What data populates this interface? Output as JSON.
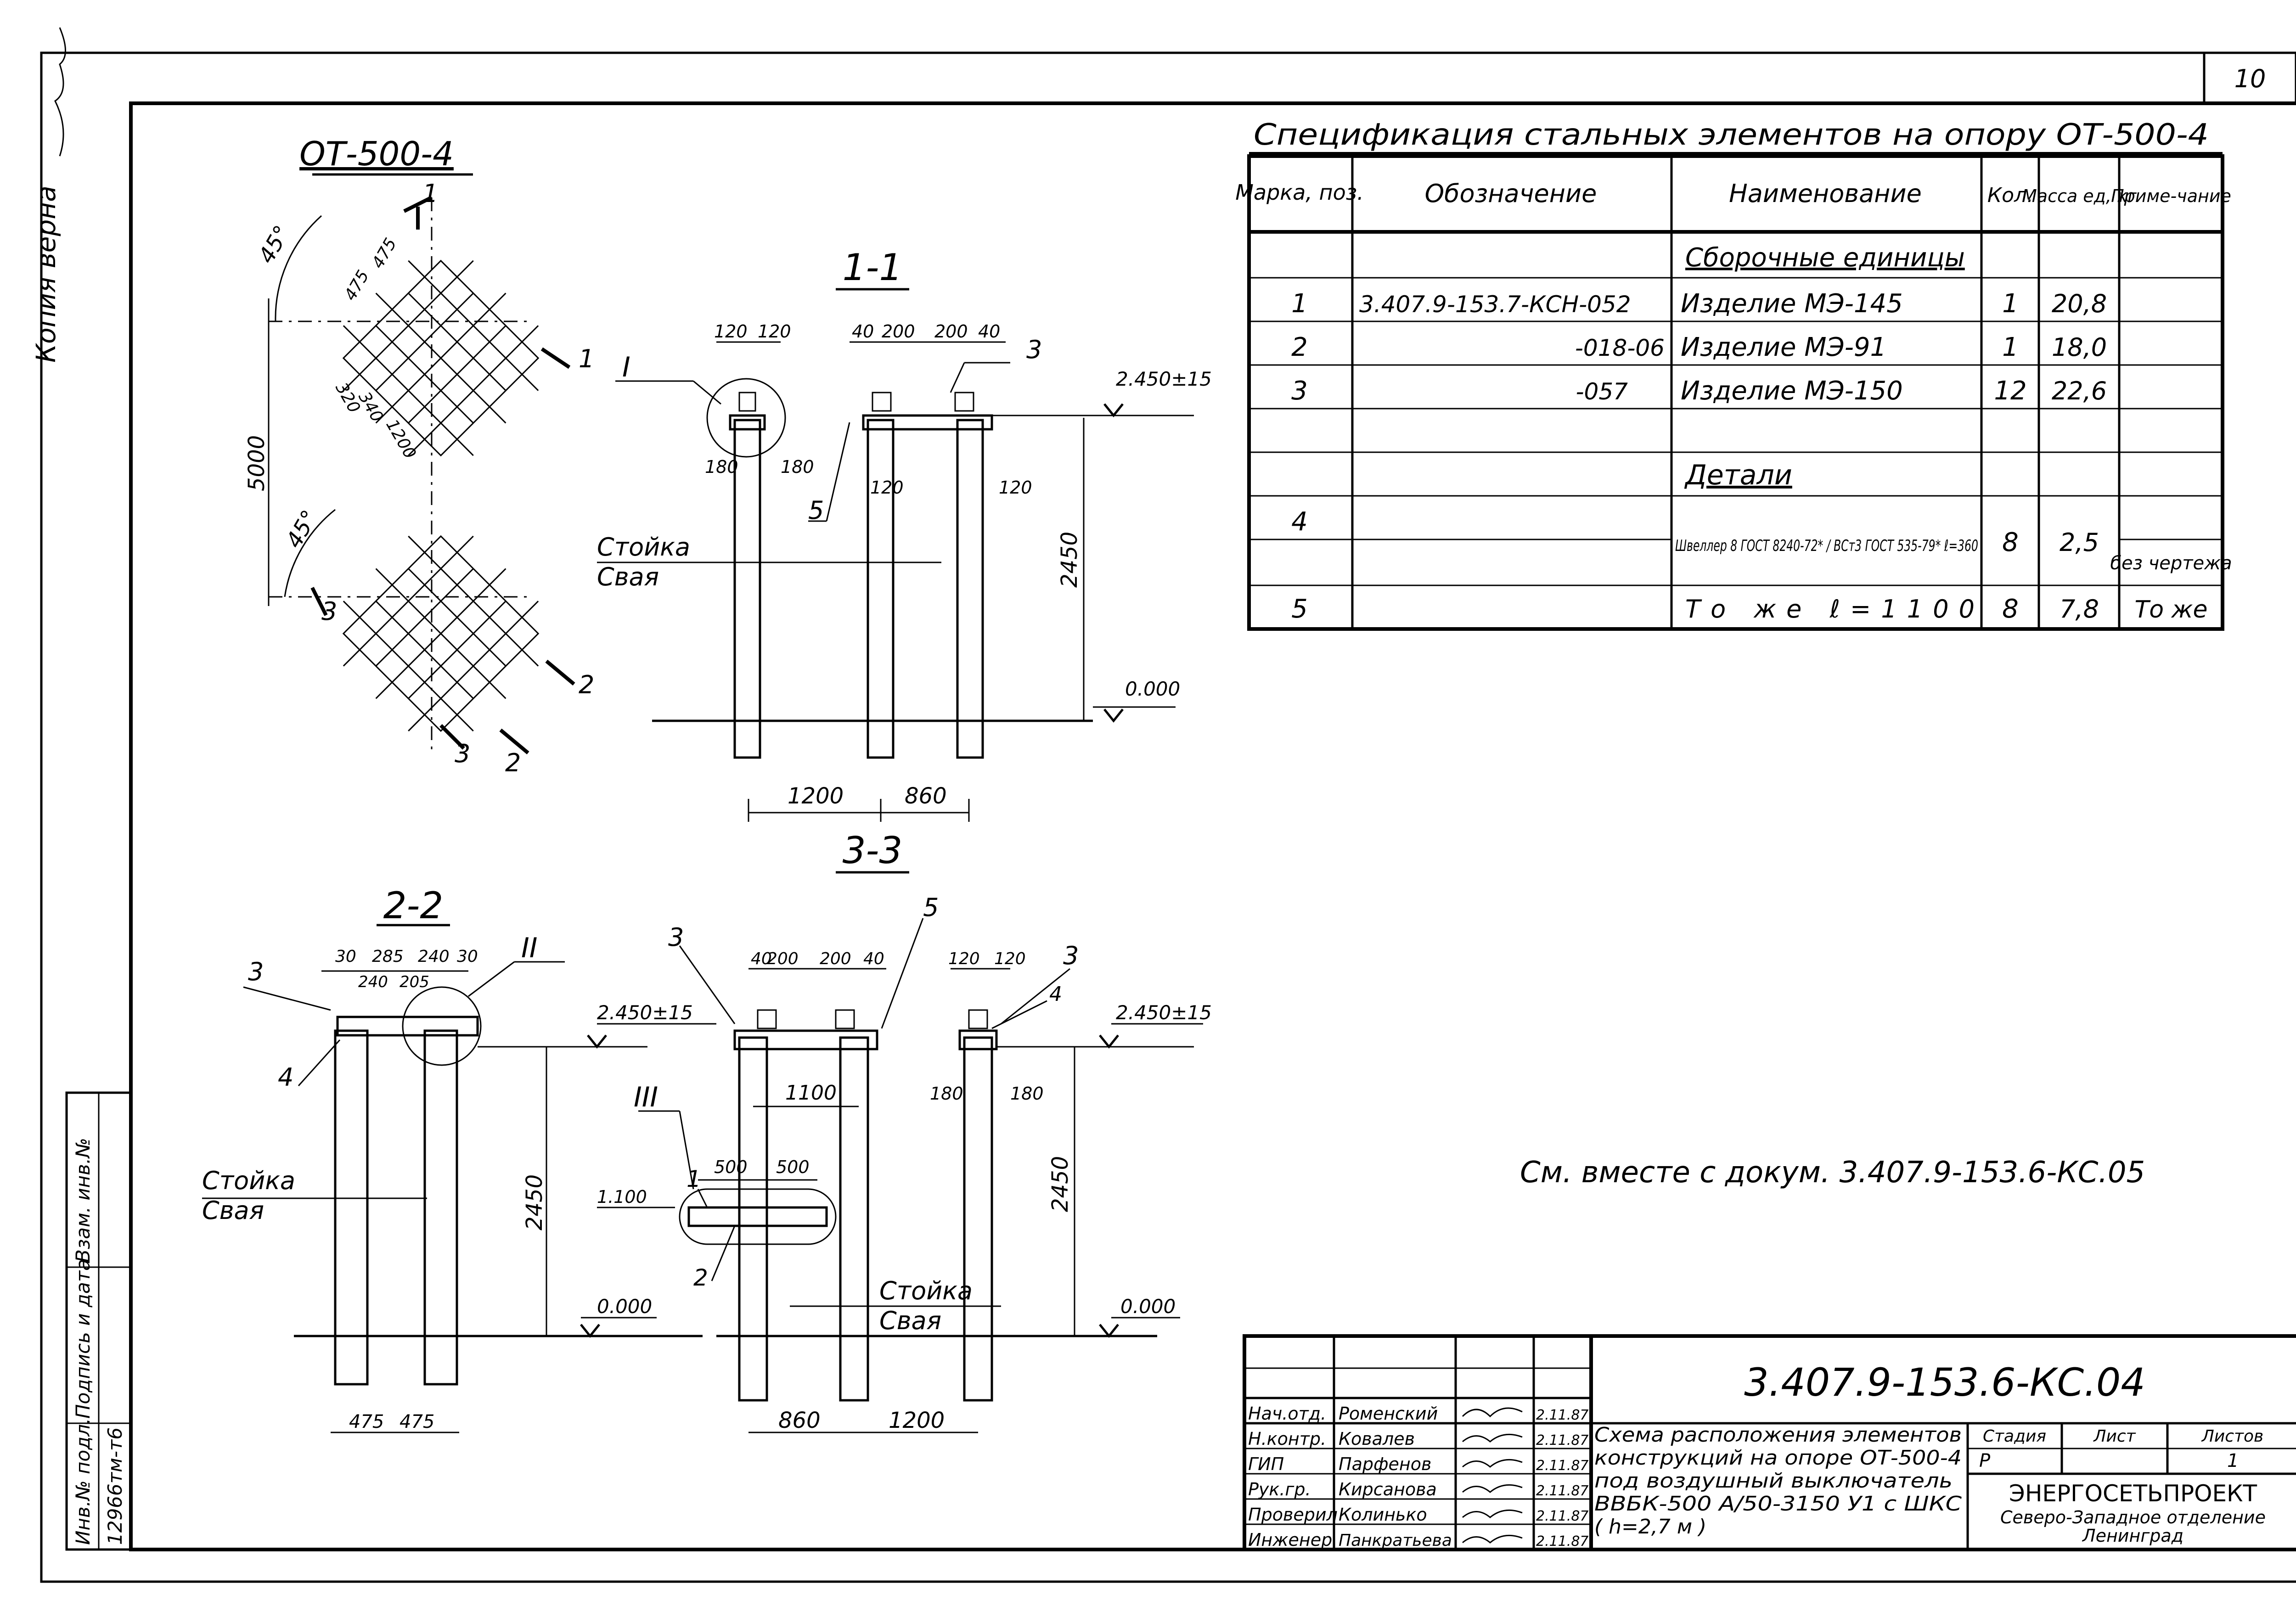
{
  "side_note": "Копия верна",
  "sheet_number": "10",
  "plan": {
    "title": "ОТ-500-4",
    "angle1": "45°",
    "angle2": "45°",
    "dims": [
      "475",
      "475",
      "320",
      "340",
      "1200",
      "5000"
    ],
    "cut_marks": [
      "1",
      "1",
      "2",
      "2",
      "3",
      "3"
    ]
  },
  "section_1_1": {
    "title": "1-1",
    "dims_top": [
      "120",
      "120",
      "40",
      "200",
      "200",
      "40"
    ],
    "dims_bottom": [
      "180",
      "180",
      "120",
      "120"
    ],
    "dims_horiz": [
      "1200",
      "860"
    ],
    "height": "2450",
    "level_top": "2.450±15",
    "level_ground": "0.000",
    "callouts": [
      "I",
      "3",
      "5"
    ],
    "post_label": "Стойка",
    "pile_label": "Свая"
  },
  "section_2_2": {
    "title": "2-2",
    "dims_top": [
      "30",
      "285",
      "240",
      "30",
      "240",
      "205"
    ],
    "dims_bottom": [
      "475",
      "475"
    ],
    "height": "2450",
    "level_top": "2.450±15",
    "level_ground": "0.000",
    "callouts": [
      "3",
      "4",
      "II"
    ],
    "post_label": "Стойка",
    "pile_label": "Свая"
  },
  "section_3_3": {
    "title": "3-3",
    "dims_top": [
      "40",
      "200",
      "200",
      "40",
      "120",
      "120"
    ],
    "dims_mid": [
      "1100",
      "180",
      "180",
      "500",
      "500"
    ],
    "dims_bottom": [
      "860",
      "1200"
    ],
    "height": "2450",
    "level_top": "2.450±15",
    "level_ground": "0.000",
    "level_low": "1.100",
    "callouts": [
      "3",
      "5",
      "3",
      "4",
      "III",
      "1",
      "2"
    ],
    "post_label": "Стойка",
    "pile_label": "Свая"
  },
  "spec": {
    "title": "Спецификация стальных элементов на опору ОТ-500-4",
    "headers": [
      "Марка, поз.",
      "Обозначение",
      "Наименование",
      "Кол.",
      "Масса ед, кг",
      "Приме-чание"
    ],
    "group1": "Сборочные единицы",
    "group2": "Детали",
    "rows": [
      {
        "pos": "1",
        "code": "3.407.9-153.7-КСН-052",
        "name": "Изделие МЭ-145",
        "qty": "1",
        "mass": "20,8",
        "note": ""
      },
      {
        "pos": "2",
        "code": "-018-06",
        "name": "Изделие МЭ-91",
        "qty": "1",
        "mass": "18,0",
        "note": ""
      },
      {
        "pos": "3",
        "code": "-057",
        "name": "Изделие МЭ-150",
        "qty": "12",
        "mass": "22,6",
        "note": ""
      },
      {
        "pos": "4",
        "code": "",
        "name": "Швеллер 8 ГОСТ 8240-72* / ВСт3 ГОСТ 535-79* ℓ=360",
        "qty": "8",
        "mass": "2,5",
        "note": "без чертежа"
      },
      {
        "pos": "5",
        "code": "",
        "name": "То же ℓ=1100",
        "qty": "8",
        "mass": "7,8",
        "note": "То же"
      }
    ]
  },
  "note": "См. вместе с докум. 3.407.9-153.6-КС.05",
  "stamp": {
    "doc_code": "3.407.9-153.6-КС.04",
    "roles": [
      "Нач.отд.",
      "Н.контр.",
      "ГИП",
      "Рук.гр.",
      "Проверил",
      "Инженер"
    ],
    "names": [
      "Роменский",
      "Ковалев",
      "Парфенов",
      "Кирсанова",
      "Колинько",
      "Панкратьева"
    ],
    "dates": [
      "2.11.87",
      "2.11.87",
      "2.11.87",
      "2.11.87",
      "2.11.87",
      "2.11.87"
    ],
    "description": [
      "Схема расположения элементов",
      "конструкций на опоре ОТ-500-4",
      "под воздушный выключатель",
      "ВВБК-500 А/50-3150 У1 с ШКС",
      "( h=2,7 м )"
    ],
    "stage_label": "Стадия",
    "sheet_label": "Лист",
    "sheets_label": "Листов",
    "stage": "Р",
    "sheet": "1",
    "org": "ЭНЕРГОСЕТЬПРОЕКТ",
    "org_sub1": "Северо-Западное отделение",
    "org_sub2": "Ленинград"
  },
  "left_strip": {
    "labels": [
      "Взам. инв.№",
      "Подпись и дата",
      "Инв.№ подл."
    ],
    "inv": "12966тм-т6"
  }
}
